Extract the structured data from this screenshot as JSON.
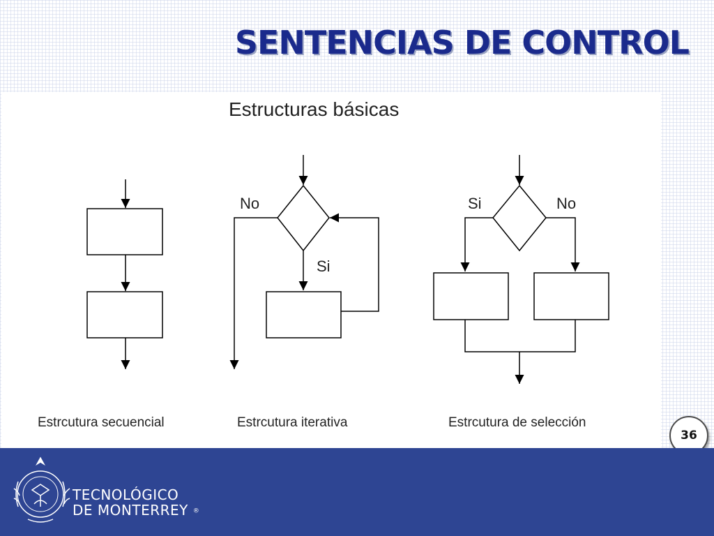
{
  "slide": {
    "title": "SENTENCIAS DE CONTROL",
    "page_number": "36"
  },
  "diagram": {
    "heading": "Estructuras básicas",
    "sequential": {
      "caption": "Estrcutura secuencial"
    },
    "iterative": {
      "caption": "Estrcutura iterativa",
      "label_no": "No",
      "label_si": "Si"
    },
    "selection": {
      "caption": "Estrcutura de selección",
      "label_si": "Si",
      "label_no": "No"
    }
  },
  "footer": {
    "brand_line1": "TECNOLÓGICO",
    "brand_line2": "DE MONTERREY",
    "registered_mark": "®"
  },
  "colors": {
    "title": "#1a2a8c",
    "footer_band": "#2e4593"
  }
}
